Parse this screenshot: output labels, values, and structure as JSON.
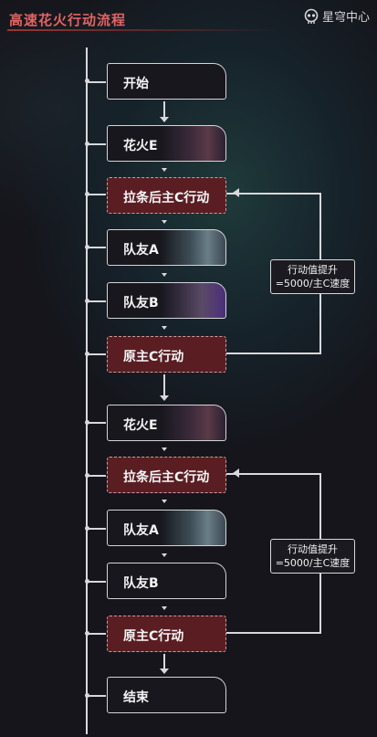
{
  "header": {
    "title": "高速花火行动流程",
    "logo_text": "星穹中心"
  },
  "flow": {
    "nodes": [
      {
        "label": "开始"
      },
      {
        "label": "花火E"
      },
      {
        "label": "拉条后主C行动"
      },
      {
        "label": "队友A"
      },
      {
        "label": "队友B"
      },
      {
        "label": "原主C行动"
      },
      {
        "label": "花火E"
      },
      {
        "label": "拉条后主C行动"
      },
      {
        "label": "队友A"
      },
      {
        "label": "队友B"
      },
      {
        "label": "原主C行动"
      },
      {
        "label": "结束"
      }
    ],
    "loops": [
      {
        "line1": "行动值提升",
        "line2": "=5000/主C速度"
      },
      {
        "line1": "行动值提升",
        "line2": "=5000/主C速度"
      }
    ]
  }
}
